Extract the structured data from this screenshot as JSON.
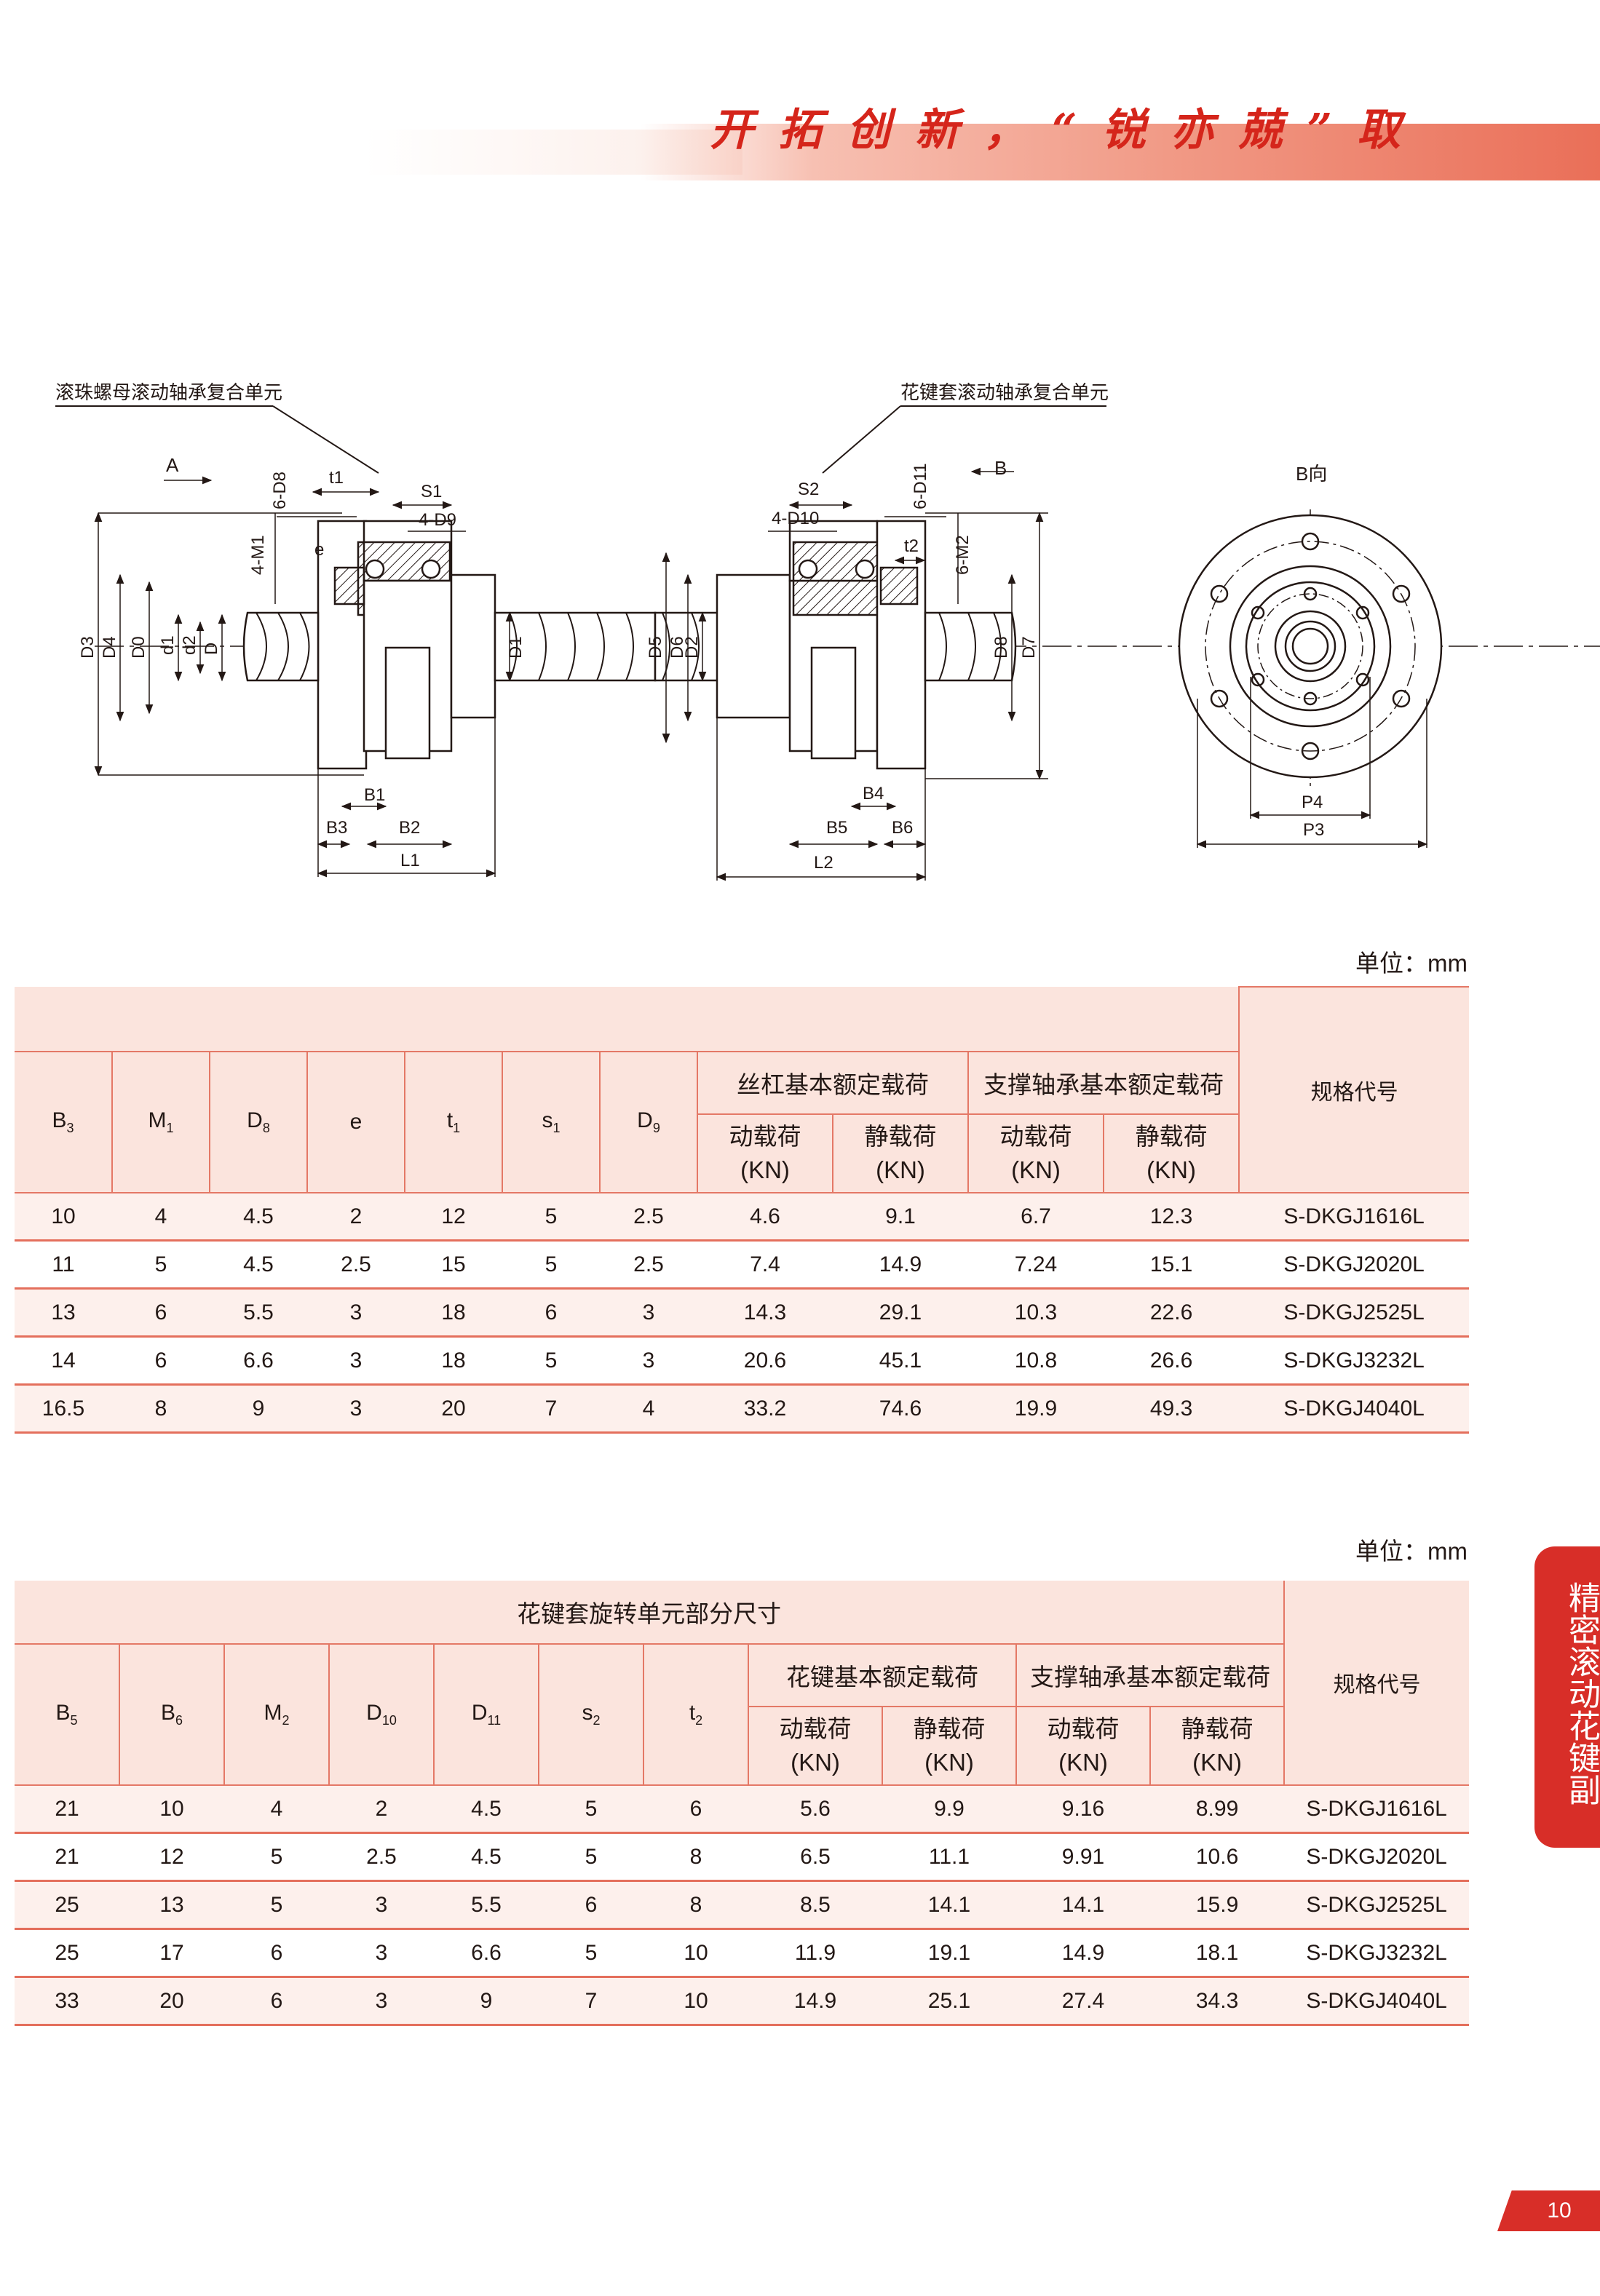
{
  "header": {
    "slogan": "开拓创新，“锐亦兢”取"
  },
  "diagram": {
    "label_left": "滚珠螺母滚动轴承复合单元",
    "label_right": "花键套滚动轴承复合单元",
    "view_b_label": "B向",
    "arrow_a": "A",
    "arrow_b": "B",
    "dims": {
      "6-D8": "6-D8",
      "t1": "t1",
      "S1": "S1",
      "4-D9": "4-D9",
      "4-M1": "4-M1",
      "e": "e",
      "D3": "D3",
      "D4": "D4",
      "D0": "D0",
      "d1": "d1",
      "d2": "d2",
      "D": "D",
      "D1": "D1",
      "D2": "D2",
      "B1": "B1",
      "B2": "B2",
      "B3": "B3",
      "L1": "L1",
      "S2": "S2",
      "4-D10": "4-D10",
      "6-D11": "6-D11",
      "6-M2": "6-M2",
      "t2": "t2",
      "D5": "D5",
      "D6": "D6",
      "D8r": "D8",
      "D7": "D7",
      "B4": "B4",
      "B5": "B5",
      "B6": "B6",
      "L2": "L2",
      "P4": "P4",
      "P3": "P3"
    }
  },
  "table1": {
    "unit": "单位：mm",
    "columns": [
      {
        "main": "B",
        "sub": "3"
      },
      {
        "main": "M",
        "sub": "1"
      },
      {
        "main": "D",
        "sub": "8"
      },
      {
        "main": "e",
        "sub": ""
      },
      {
        "main": "t",
        "sub": "1"
      },
      {
        "main": "s",
        "sub": "1"
      },
      {
        "main": "D",
        "sub": "9"
      }
    ],
    "group1": "丝杠基本额定载荷",
    "group2": "支撑轴承基本额定载荷",
    "dyn": "动载荷",
    "stat": "静载荷",
    "kn": "(KN)",
    "spec_header": "规格代号",
    "rows": [
      [
        "10",
        "4",
        "4.5",
        "2",
        "12",
        "5",
        "2.5",
        "4.6",
        "9.1",
        "6.7",
        "12.3",
        "S-DKGJ1616L"
      ],
      [
        "11",
        "5",
        "4.5",
        "2.5",
        "15",
        "5",
        "2.5",
        "7.4",
        "14.9",
        "7.24",
        "15.1",
        "S-DKGJ2020L"
      ],
      [
        "13",
        "6",
        "5.5",
        "3",
        "18",
        "6",
        "3",
        "14.3",
        "29.1",
        "10.3",
        "22.6",
        "S-DKGJ2525L"
      ],
      [
        "14",
        "6",
        "6.6",
        "3",
        "18",
        "5",
        "3",
        "20.6",
        "45.1",
        "10.8",
        "26.6",
        "S-DKGJ3232L"
      ],
      [
        "16.5",
        "8",
        "9",
        "3",
        "20",
        "7",
        "4",
        "33.2",
        "74.6",
        "19.9",
        "49.3",
        "S-DKGJ4040L"
      ]
    ]
  },
  "table2": {
    "unit": "单位：mm",
    "title": "花键套旋转单元部分尺寸",
    "columns": [
      {
        "main": "B",
        "sub": "5"
      },
      {
        "main": "B",
        "sub": "6"
      },
      {
        "main": "M",
        "sub": "2"
      },
      {
        "main": "D",
        "sub": "10"
      },
      {
        "main": "D",
        "sub": "11"
      },
      {
        "main": "s",
        "sub": "2"
      },
      {
        "main": "t",
        "sub": "2"
      }
    ],
    "group1": "花键基本额定载荷",
    "group2": "支撑轴承基本额定载荷",
    "dyn": "动载荷",
    "stat": "静载荷",
    "kn": "(KN)",
    "spec_header": "规格代号",
    "rows": [
      [
        "21",
        "10",
        "4",
        "2",
        "4.5",
        "5",
        "6",
        "5.6",
        "9.9",
        "9.16",
        "8.99",
        "S-DKGJ1616L"
      ],
      [
        "21",
        "12",
        "5",
        "2.5",
        "4.5",
        "5",
        "8",
        "6.5",
        "11.1",
        "9.91",
        "10.6",
        "S-DKGJ2020L"
      ],
      [
        "25",
        "13",
        "5",
        "3",
        "5.5",
        "6",
        "8",
        "8.5",
        "14.1",
        "14.1",
        "15.9",
        "S-DKGJ2525L"
      ],
      [
        "25",
        "17",
        "6",
        "3",
        "6.6",
        "5",
        "10",
        "11.9",
        "19.1",
        "14.9",
        "18.1",
        "S-DKGJ3232L"
      ],
      [
        "33",
        "20",
        "6",
        "3",
        "9",
        "7",
        "10",
        "14.9",
        "25.1",
        "27.4",
        "34.3",
        "S-DKGJ4040L"
      ]
    ]
  },
  "side_tab": "精密滚动花键副",
  "page_number": "10",
  "colors": {
    "accent": "#d82e28",
    "header_fill": "#fbe4dd",
    "row_alt": "#fdf0ec",
    "rule": "#e46f5c"
  }
}
